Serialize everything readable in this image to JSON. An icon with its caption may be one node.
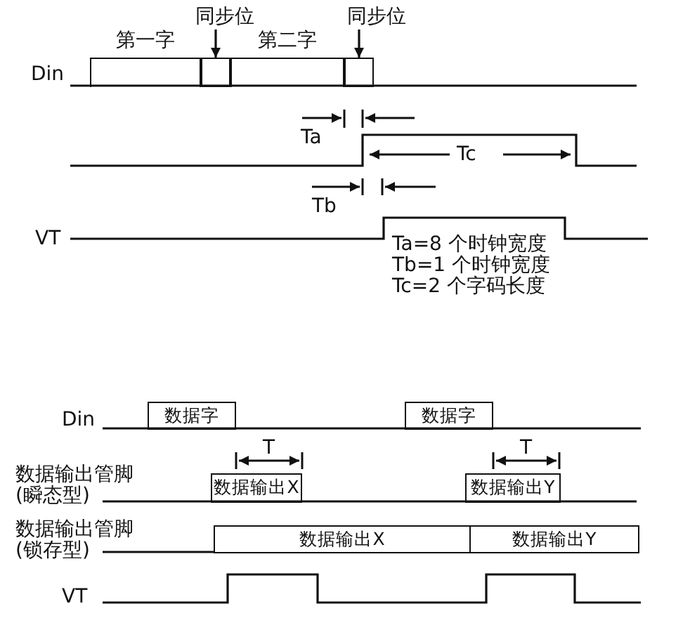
{
  "diagram": {
    "nodes": [
      {
        "text": [
          "第一字"
        ]
      },
      {
        "text": [
          "同步位"
        ]
      },
      {
        "text": [],
        "shape": "box"
      },
      {
        "text": [
          "第二字"
        ]
      },
      {
        "text": [
          "同步位"
        ]
      },
      {
        "text": [],
        "shape": "box"
      },
      {
        "text": [
          "数据字"
        ]
      },
      {
        "text": [
          "数据字"
        ]
      },
      {
        "text": [
          "数据输出X"
        ]
      },
      {
        "text": [
          "数据输出Y"
        ]
      },
      {
        "text": [
          "数据输出X"
        ]
      },
      {
        "text": [
          "数据输出Y"
        ]
      }
    ],
    "edges": [
      {
        "from": 1,
        "to": 2,
        "arrow": "to"
      },
      {
        "from": 4,
        "to": 5,
        "arrow": "to"
      }
    ],
    "labels": [
      "Din",
      "Ta",
      "Tc",
      "Tb",
      "VT",
      "Ta=8 个时钟宽度",
      "Tb=1 个时钟宽度",
      "Tc=2 个字码长度",
      "Din",
      "T",
      "T",
      "数据输出管脚(瞬态型)",
      "数据输出管脚(锁存型)",
      "VT"
    ]
  }
}
